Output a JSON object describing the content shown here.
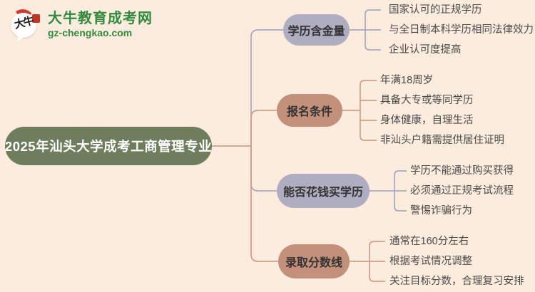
{
  "logo": {
    "badge_text": "大牛",
    "site_name": "大牛教育成考网",
    "site_url": "gz-chengkao.com",
    "brand_green": "#2f8c3d",
    "brand_red": "#d6382c"
  },
  "canvas": {
    "background": "#fcecdd"
  },
  "root": {
    "label": "2025年汕头大学成考工商管理专业",
    "bg": "#6e7e5c",
    "text_color": "#ffffff"
  },
  "branches": [
    {
      "label": "学历含金量",
      "bg": "#aeaec0",
      "line_color": "#a9a9c2",
      "items": [
        "国家认可的正规学历",
        "与全日制本科学历相同法律效力",
        "企业认可度提高"
      ]
    },
    {
      "label": "报名条件",
      "bg": "#c3917a",
      "line_color": "#cda089",
      "items": [
        "年满18周岁",
        "具备大专或等同学历",
        "身体健康，自理生活",
        "非汕头户籍需提供居住证明"
      ]
    },
    {
      "label": "能否花钱买学历",
      "bg": "#aeaec0",
      "line_color": "#a9a9c2",
      "items": [
        "学历不能通过购买获得",
        "必须通过正规考试流程",
        "警惕诈骗行为"
      ]
    },
    {
      "label": "录取分数线",
      "bg": "#c3917a",
      "line_color": "#cda089",
      "items": [
        "通常在160分左右",
        "根据考试情况调整",
        "关注目标分数，合理复习安排"
      ]
    }
  ]
}
